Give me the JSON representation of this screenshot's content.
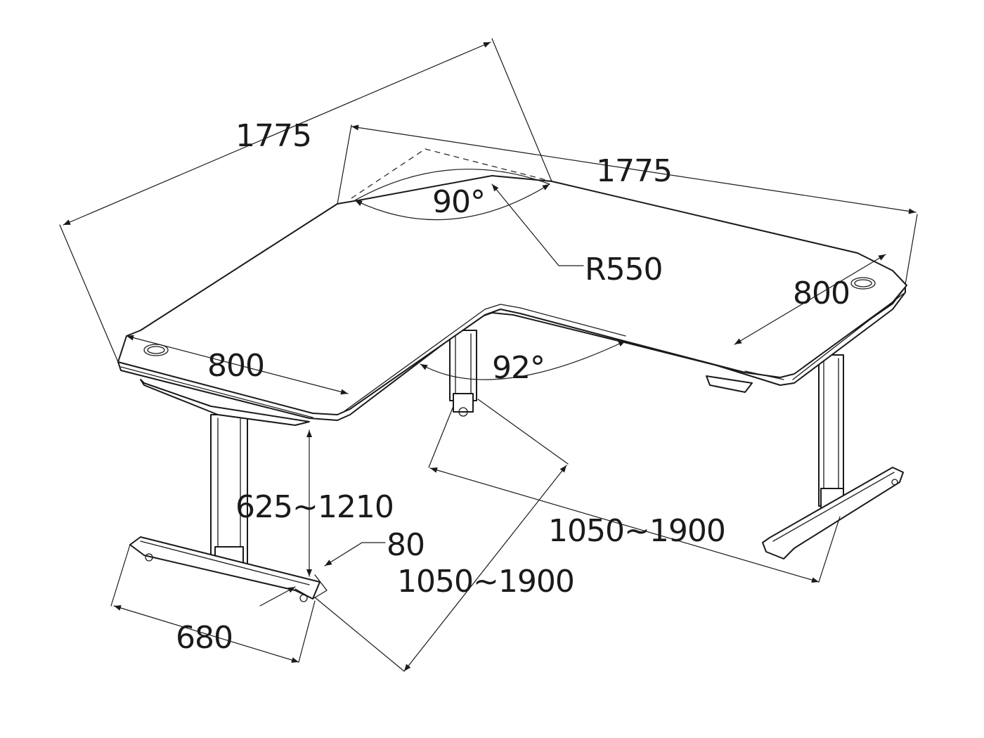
{
  "labels": {
    "width_back": "1775",
    "width_right": "1775",
    "corner_angle": "90°",
    "corner_radius": "R550",
    "depth_right": "800",
    "depth_left": "800",
    "inner_angle": "92°",
    "height_range": "625~1210",
    "leg_spacing_right": "1050~1900",
    "leg_spacing_left": "1050~1900",
    "foot_height": "80",
    "foot_length": "680"
  }
}
